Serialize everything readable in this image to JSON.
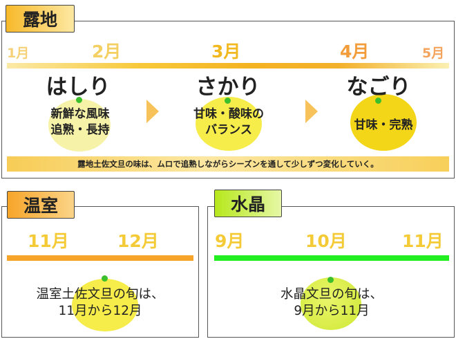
{
  "roji": {
    "tab_label": "露地",
    "months": [
      "1月",
      "2月",
      "3月",
      "4月",
      "5月"
    ],
    "stages": [
      {
        "name": "はしり",
        "lines": [
          "新鮮な風味",
          "追熟・長持"
        ]
      },
      {
        "name": "さかり",
        "lines": [
          "甘味・酸味の",
          "バランス"
        ]
      },
      {
        "name": "なごり",
        "lines": [
          "甘味・完熟"
        ]
      }
    ],
    "note": "露地土佐文旦の味は、ムロで追熟しながらシーズンを通して少しずつ変化していく。"
  },
  "onshitsu": {
    "tab_label": "温室",
    "months": [
      "11月",
      "12月"
    ],
    "lines": [
      "温室土佐文旦の旬は、",
      "11月から12月"
    ]
  },
  "suisho": {
    "tab_label": "水晶",
    "months": [
      "9月",
      "10月",
      "11月"
    ],
    "lines": [
      "水晶文旦の旬は、",
      "9月から11月"
    ]
  },
  "colors": {
    "orange": "#f7a52a",
    "yellow": "#f4cc22",
    "light_yellow": "#f6ec6a",
    "green": "#22ee22",
    "lime": "#c9ec2c",
    "dot": "#3cbf2c"
  }
}
